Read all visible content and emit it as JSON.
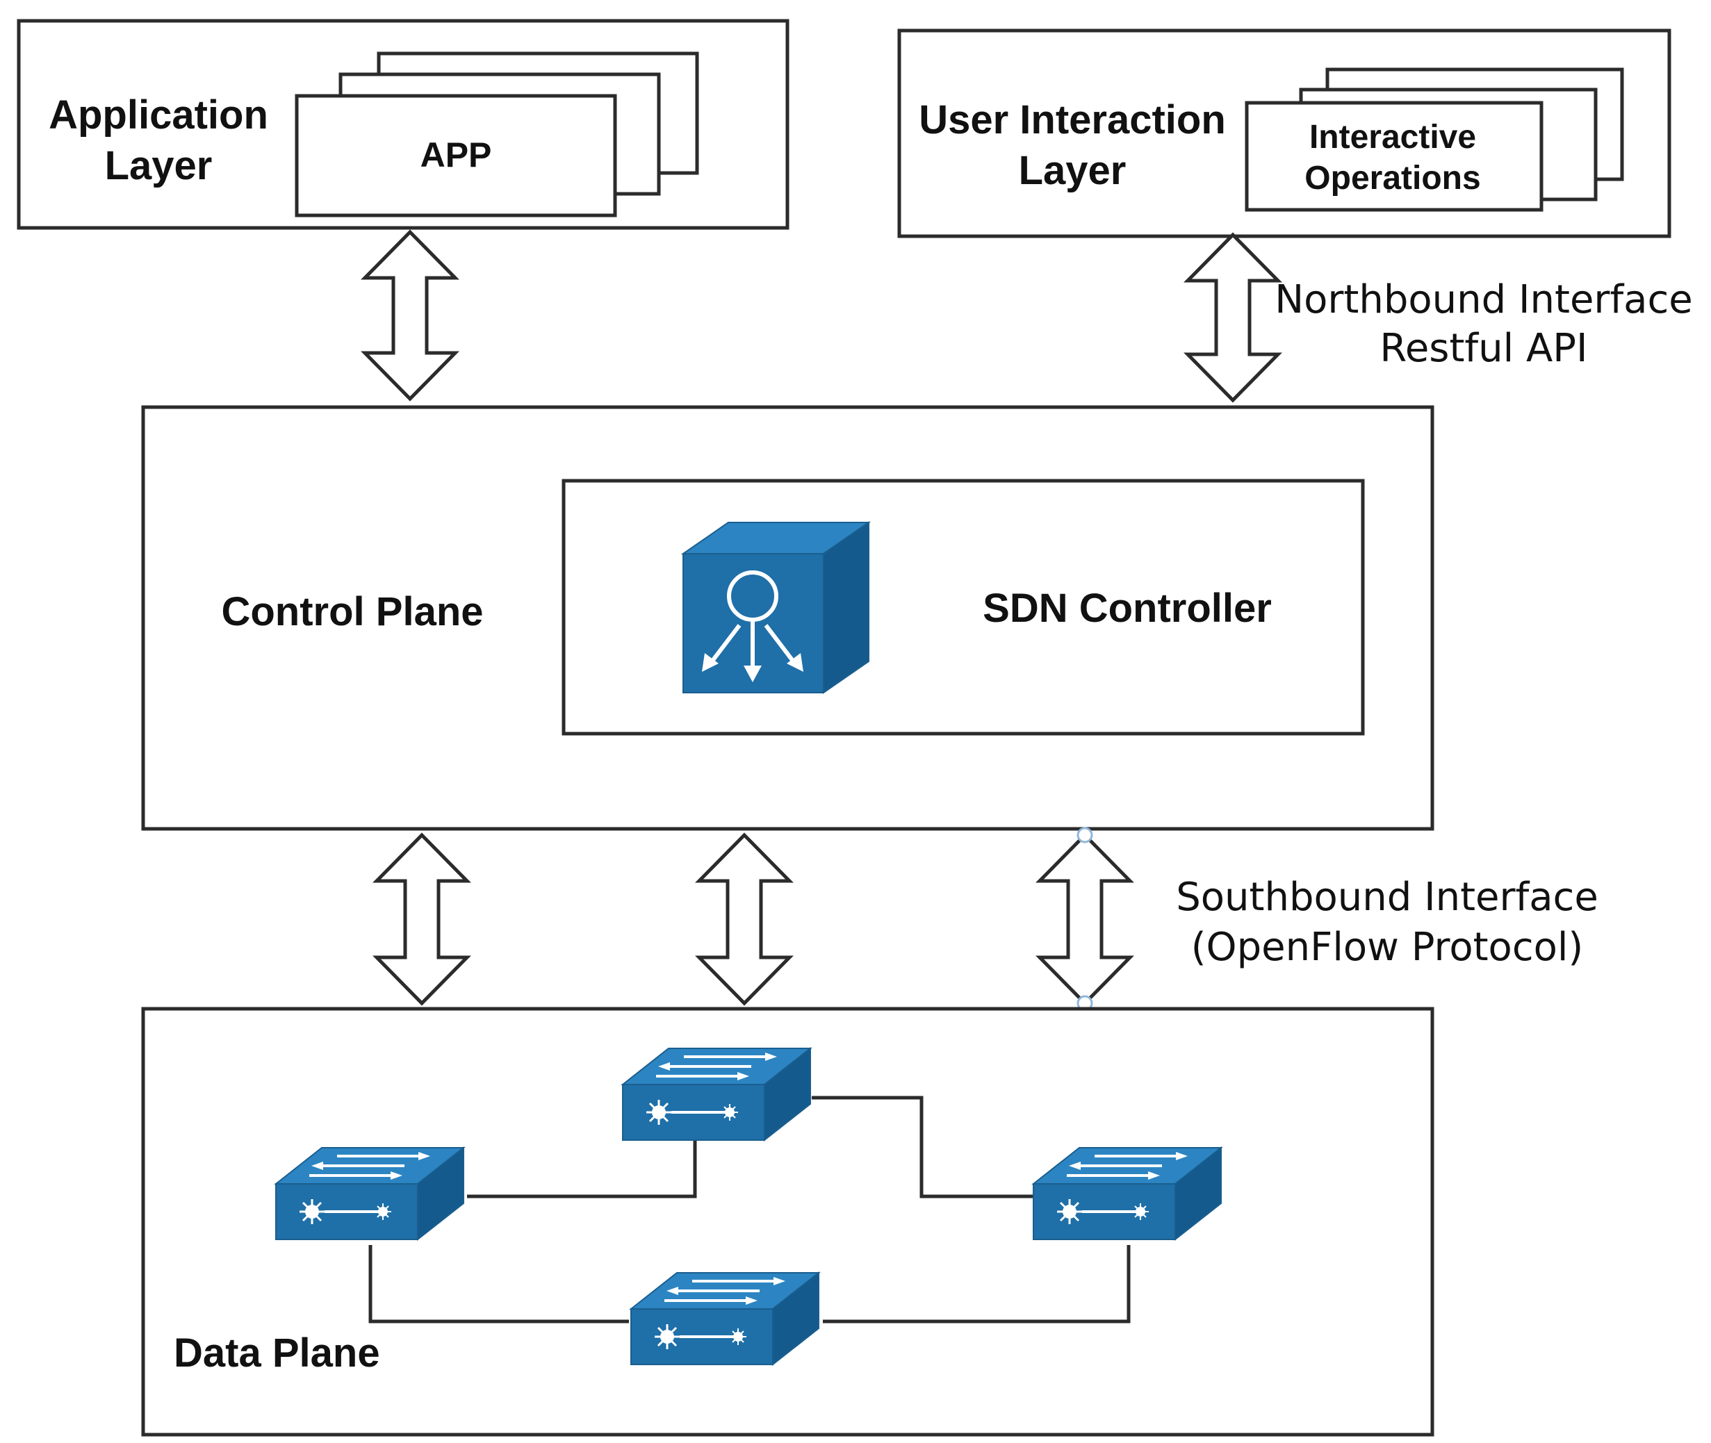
{
  "application_layer": {
    "title_line1": "Application",
    "title_line2": "Layer",
    "card_label": "APP"
  },
  "user_interaction_layer": {
    "title_line1": "User Interaction",
    "title_line2": "Layer",
    "card_line1": "Interactive",
    "card_line2": "Operations"
  },
  "northbound": {
    "line1": "Northbound Interface",
    "line2": "Restful API"
  },
  "control_plane": {
    "title": "Control Plane",
    "controller_label": "SDN Controller",
    "controller_icon": "sdn-controller-cube-icon"
  },
  "southbound": {
    "line1": "Southbound Interface",
    "line2": "(OpenFlow Protocol)"
  },
  "data_plane": {
    "title": "Data Plane",
    "switch_icon": "network-switch-icon",
    "switch_count_shown": 4
  },
  "colors": {
    "icon_blue": "#1f6fa8",
    "icon_blue_dark": "#155a8c",
    "icon_blue_light": "#2c85c2",
    "outline": "#2b2b2b"
  }
}
